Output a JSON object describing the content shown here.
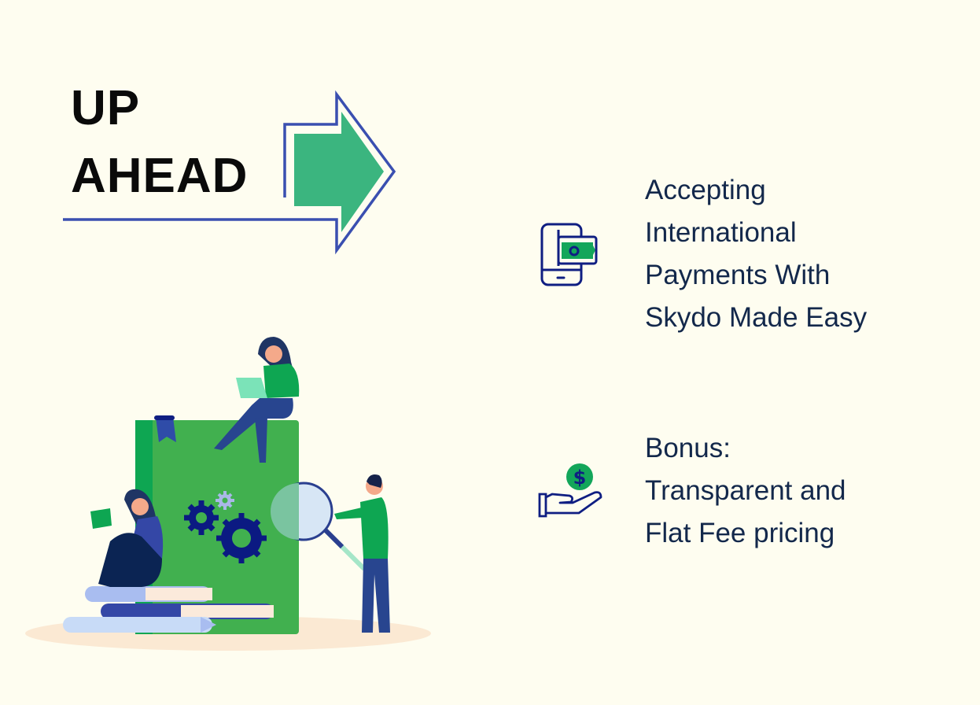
{
  "header": {
    "title_lines": [
      "UP",
      "AHEAD"
    ]
  },
  "agenda": {
    "items": [
      {
        "icon": "mobile-payment-icon",
        "lines": [
          "Accepting",
          "International",
          "Payments With",
          "Skydo Made Easy"
        ]
      },
      {
        "icon": "hand-dollar-coin-icon",
        "lines": [
          "Bonus:",
          "Transparent and",
          "Flat Fee pricing"
        ]
      }
    ]
  },
  "colors": {
    "background": "#fefdf0",
    "title_text": "#0a0a0a",
    "body_text": "#13284b",
    "arrow_outline": "#3a4fb0",
    "arrow_fill": "#3bb57f",
    "icon_navy": "#0f1e82",
    "icon_green": "#13a65a",
    "book_green": "#41b04f"
  }
}
